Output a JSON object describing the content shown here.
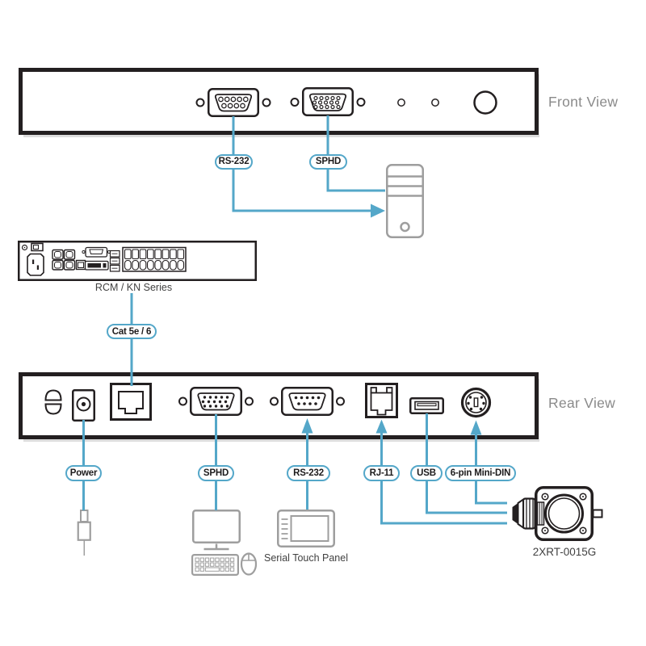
{
  "colors": {
    "connector_blue": "#54a7c9",
    "outline_black": "#231f20",
    "peripheral_gray": "#9e9e9e",
    "view_label_gray": "#8a8a8a",
    "caption_dark": "#414141"
  },
  "front": {
    "view_label": "Front View",
    "rs232_label": "RS-232",
    "sphd_label": "SPHD"
  },
  "kvm_switch": {
    "label": "RCM / KN Series"
  },
  "link": {
    "cable_label": "Cat 5e / 6"
  },
  "rear": {
    "view_label": "Rear View",
    "power_label": "Power",
    "sphd_label": "SPHD",
    "rs232_label": "RS-232",
    "rj11_label": "RJ-11",
    "usb_label": "USB",
    "minidin_label": "6-pin Mini-DIN"
  },
  "peripherals": {
    "touch_panel_label": "Serial Touch Panel",
    "xrt_label": "2XRT-0015G"
  },
  "icons": [
    "front-db9-connector-icon",
    "front-sphd-connector-icon",
    "led-indicators",
    "power-button",
    "computer-tower-icon",
    "kvm-switch-device-icon",
    "grounding-contacts-icon",
    "dc-power-jack-icon",
    "rj45-port-icon",
    "rear-sphd-connector-icon",
    "rear-db9-connector-icon",
    "rj11-port-icon",
    "usb-port-icon",
    "minidin-port-icon",
    "power-plug-icon",
    "monitor-icon",
    "keyboard-icon",
    "mouse-icon",
    "touch-panel-icon",
    "xrt-module-icon",
    "arrow-icons"
  ]
}
